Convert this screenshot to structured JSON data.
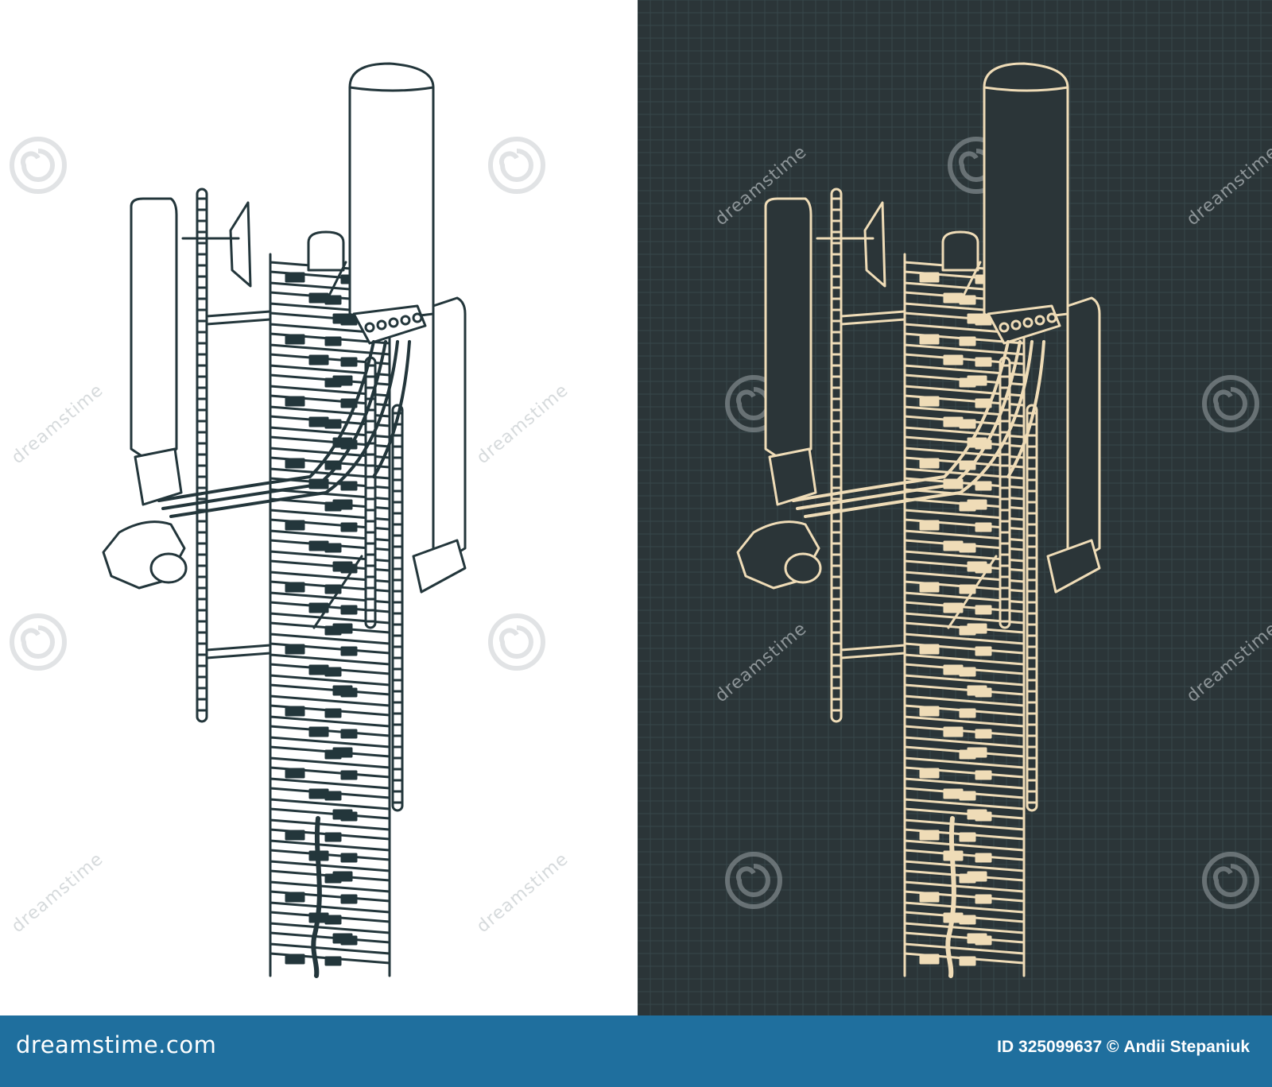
{
  "colors": {
    "left_background": "#ffffff",
    "right_background": "#2b3538",
    "left_line": "#23363b",
    "right_line": "#efdcb7",
    "footer_background": "#1f6f9e",
    "footer_text": "#ffffff",
    "watermark": "#c9cdd0"
  },
  "footer": {
    "brand": "dreamstime.com",
    "id_label": "ID",
    "id_number": "325099637",
    "copyright_symbol": "©",
    "author": "Andii Stepaniuk"
  },
  "watermark": {
    "text": "dreamstime",
    "icon": "swirl-logo-icon"
  },
  "illustration": {
    "subject": "cell-tower-antenna-icon",
    "left_style": "dark-lines-on-white",
    "right_style": "cream-lines-on-dark"
  }
}
